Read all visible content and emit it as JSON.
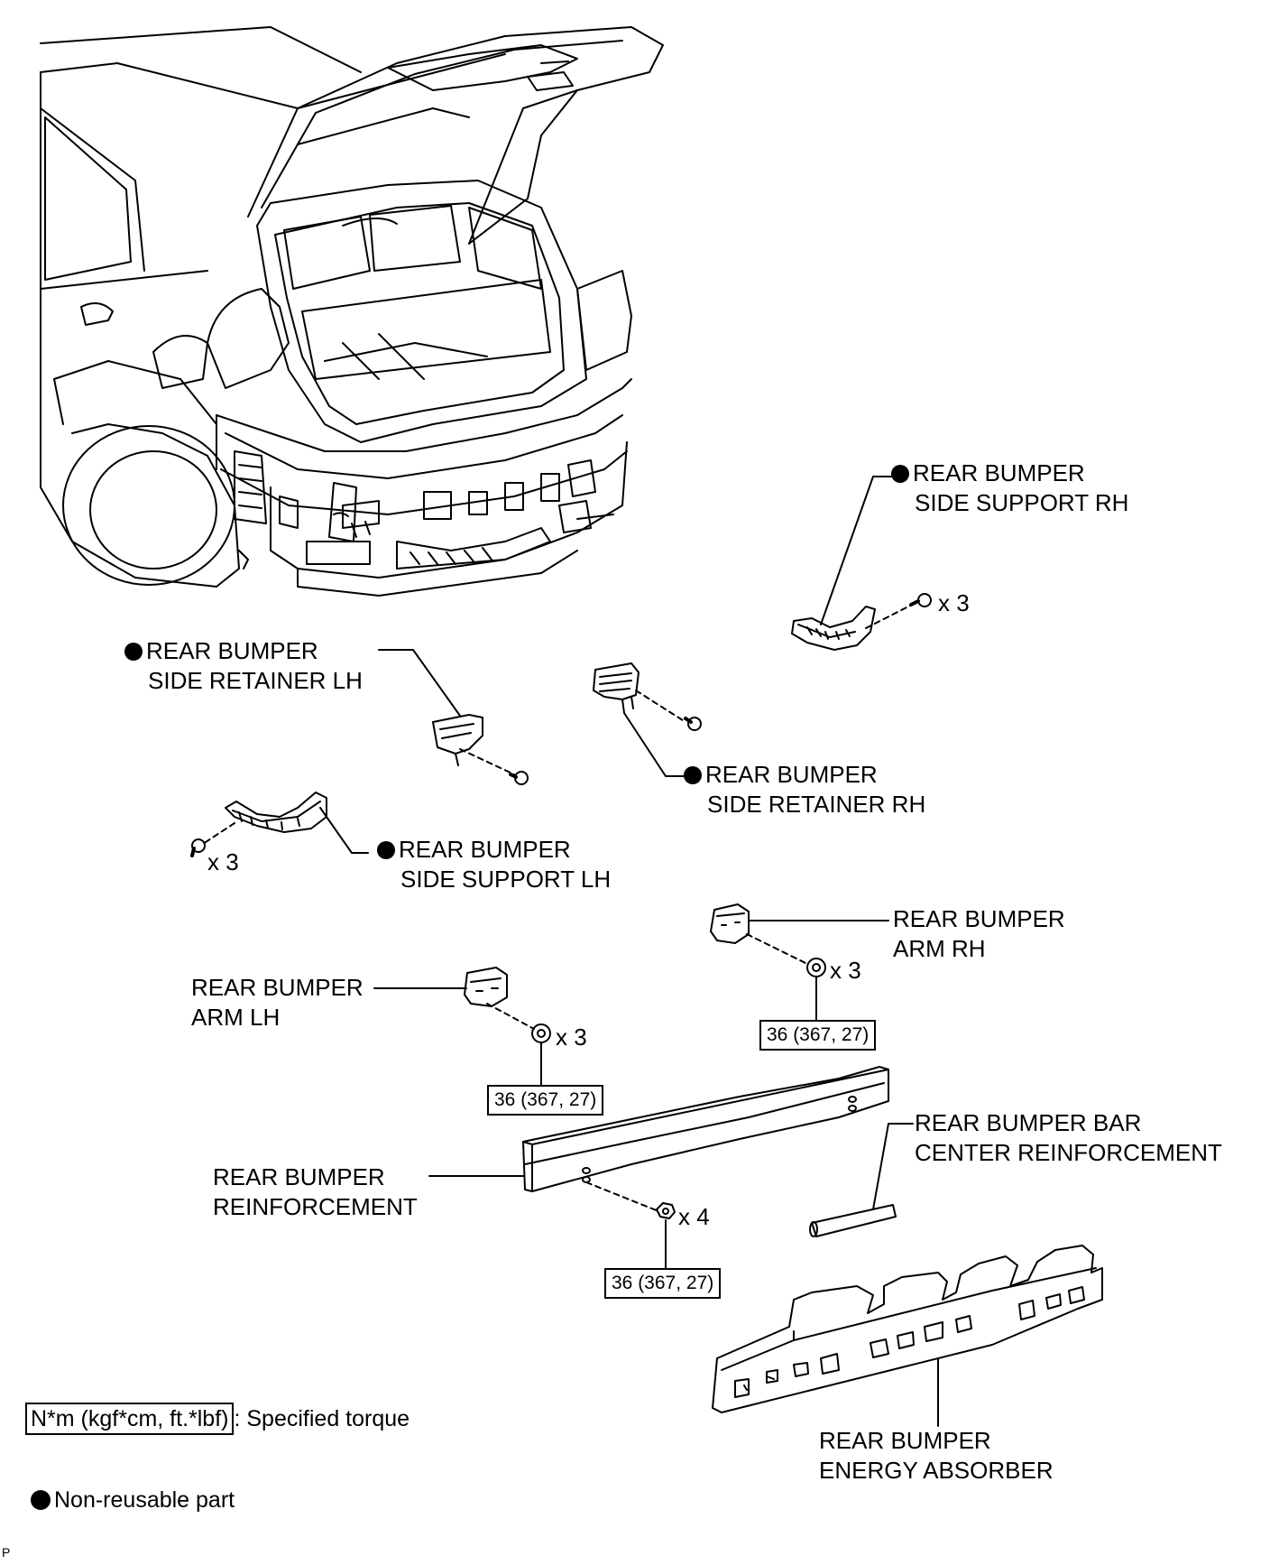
{
  "labels": {
    "side_support_rh": {
      "line1": "REAR BUMPER",
      "line2": "SIDE SUPPORT RH",
      "non_reusable": true
    },
    "side_retainer_lh": {
      "line1": "REAR BUMPER",
      "line2": "SIDE RETAINER LH",
      "non_reusable": true
    },
    "side_retainer_rh": {
      "line1": "REAR BUMPER",
      "line2": "SIDE RETAINER RH",
      "non_reusable": true
    },
    "side_support_lh": {
      "line1": "REAR BUMPER",
      "line2": "SIDE SUPPORT LH",
      "non_reusable": true
    },
    "arm_rh": {
      "line1": "REAR BUMPER",
      "line2": "ARM RH",
      "non_reusable": false
    },
    "arm_lh": {
      "line1": "REAR BUMPER",
      "line2": "ARM LH",
      "non_reusable": false
    },
    "bar_center_reinforcement": {
      "line1": "REAR BUMPER BAR",
      "line2": "CENTER REINFORCEMENT",
      "non_reusable": false
    },
    "reinforcement": {
      "line1": "REAR BUMPER",
      "line2": "REINFORCEMENT",
      "non_reusable": false
    },
    "energy_absorber": {
      "line1": "REAR BUMPER",
      "line2": "ENERGY ABSORBER",
      "non_reusable": false
    }
  },
  "quantities": {
    "side_support_rh": "x 3",
    "side_support_lh": "x 3",
    "arm_rh": "x 3",
    "arm_lh": "x 3",
    "reinforcement": "x 4"
  },
  "torques": {
    "arm_rh": "36 (367, 27)",
    "arm_lh": "36 (367, 27)",
    "reinforcement": "36 (367, 27)"
  },
  "legend": {
    "torque_box": "N*m (kgf*cm, ft.*lbf)",
    "torque_text": ": Specified torque",
    "non_reusable_text": "Non-reusable part"
  },
  "page_code": "P"
}
